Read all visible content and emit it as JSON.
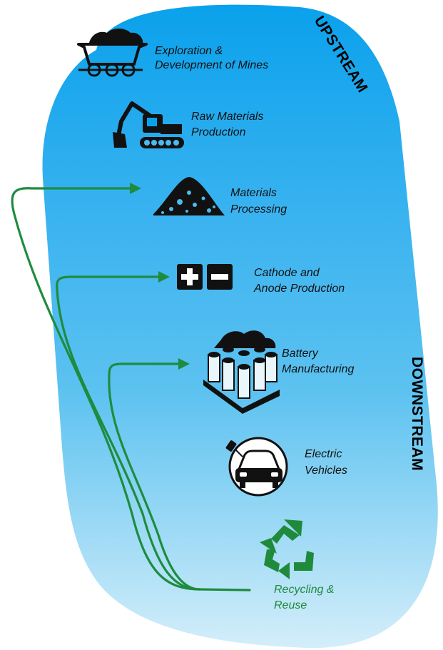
{
  "diagram": {
    "side_labels": {
      "upstream": "UPSTREAM",
      "downstream": "DOWNSTREAM"
    },
    "stages": [
      {
        "id": "exploration",
        "icon": "mine-cart-icon",
        "lines": [
          "Exploration &",
          "Development of Mines"
        ]
      },
      {
        "id": "raw",
        "icon": "excavator-icon",
        "lines": [
          "Raw Materials",
          "Production"
        ]
      },
      {
        "id": "processing",
        "icon": "ore-pile-icon",
        "lines": [
          "Materials",
          "Processing"
        ]
      },
      {
        "id": "cathode",
        "icon": "plus-minus-icon",
        "lines": [
          "Cathode and",
          "Anode Production"
        ]
      },
      {
        "id": "battery",
        "icon": "battery-cells-icon",
        "lines": [
          "Battery",
          "Manufacturing"
        ]
      },
      {
        "id": "ev",
        "icon": "electric-car-icon",
        "lines": [
          "Electric",
          "Vehicles"
        ]
      },
      {
        "id": "recycling",
        "icon": "recycle-icon",
        "lines": [
          "Recycling &",
          "Reuse"
        ]
      }
    ],
    "colors": {
      "band_top": "#0aa1ec",
      "band_mid": "#5cc2f0",
      "band_bottom": "#d4eefa",
      "arrow": "#1e8c3e",
      "recycle_green": "#1f8a3c",
      "icon_dark": "#111111"
    }
  }
}
